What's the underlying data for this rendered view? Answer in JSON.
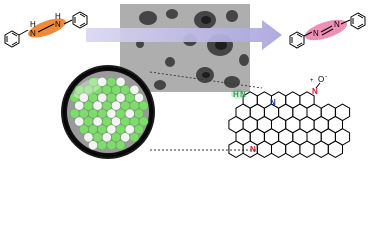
{
  "labels": {
    "hydrazo_nh_left": "H",
    "hydrazo_n_left": "N",
    "hydrazo_n_right": "N",
    "hydrazo_nh_right": "H",
    "azo_n_left": "N",
    "azo_n_right": "N",
    "pyrrolic_n": "N",
    "pyrrolic_h": "H",
    "graphitic_n": "N",
    "oxide_n": "N",
    "oxide_charge": "+",
    "oxide_o": "O",
    "oxide_o_charge": "-",
    "pyridinic_n": "N"
  },
  "colors": {
    "reactant_highlight": "#f08a3a",
    "product_highlight": "#ee8fb8",
    "pyrrolic_n": "#2aa14a",
    "pyridinic_n": "#d11a2a",
    "graphitic_n": "#1a3aa8",
    "arrow": "#b9b6e0",
    "nanoparticle_green": "#7ddc6a"
  }
}
